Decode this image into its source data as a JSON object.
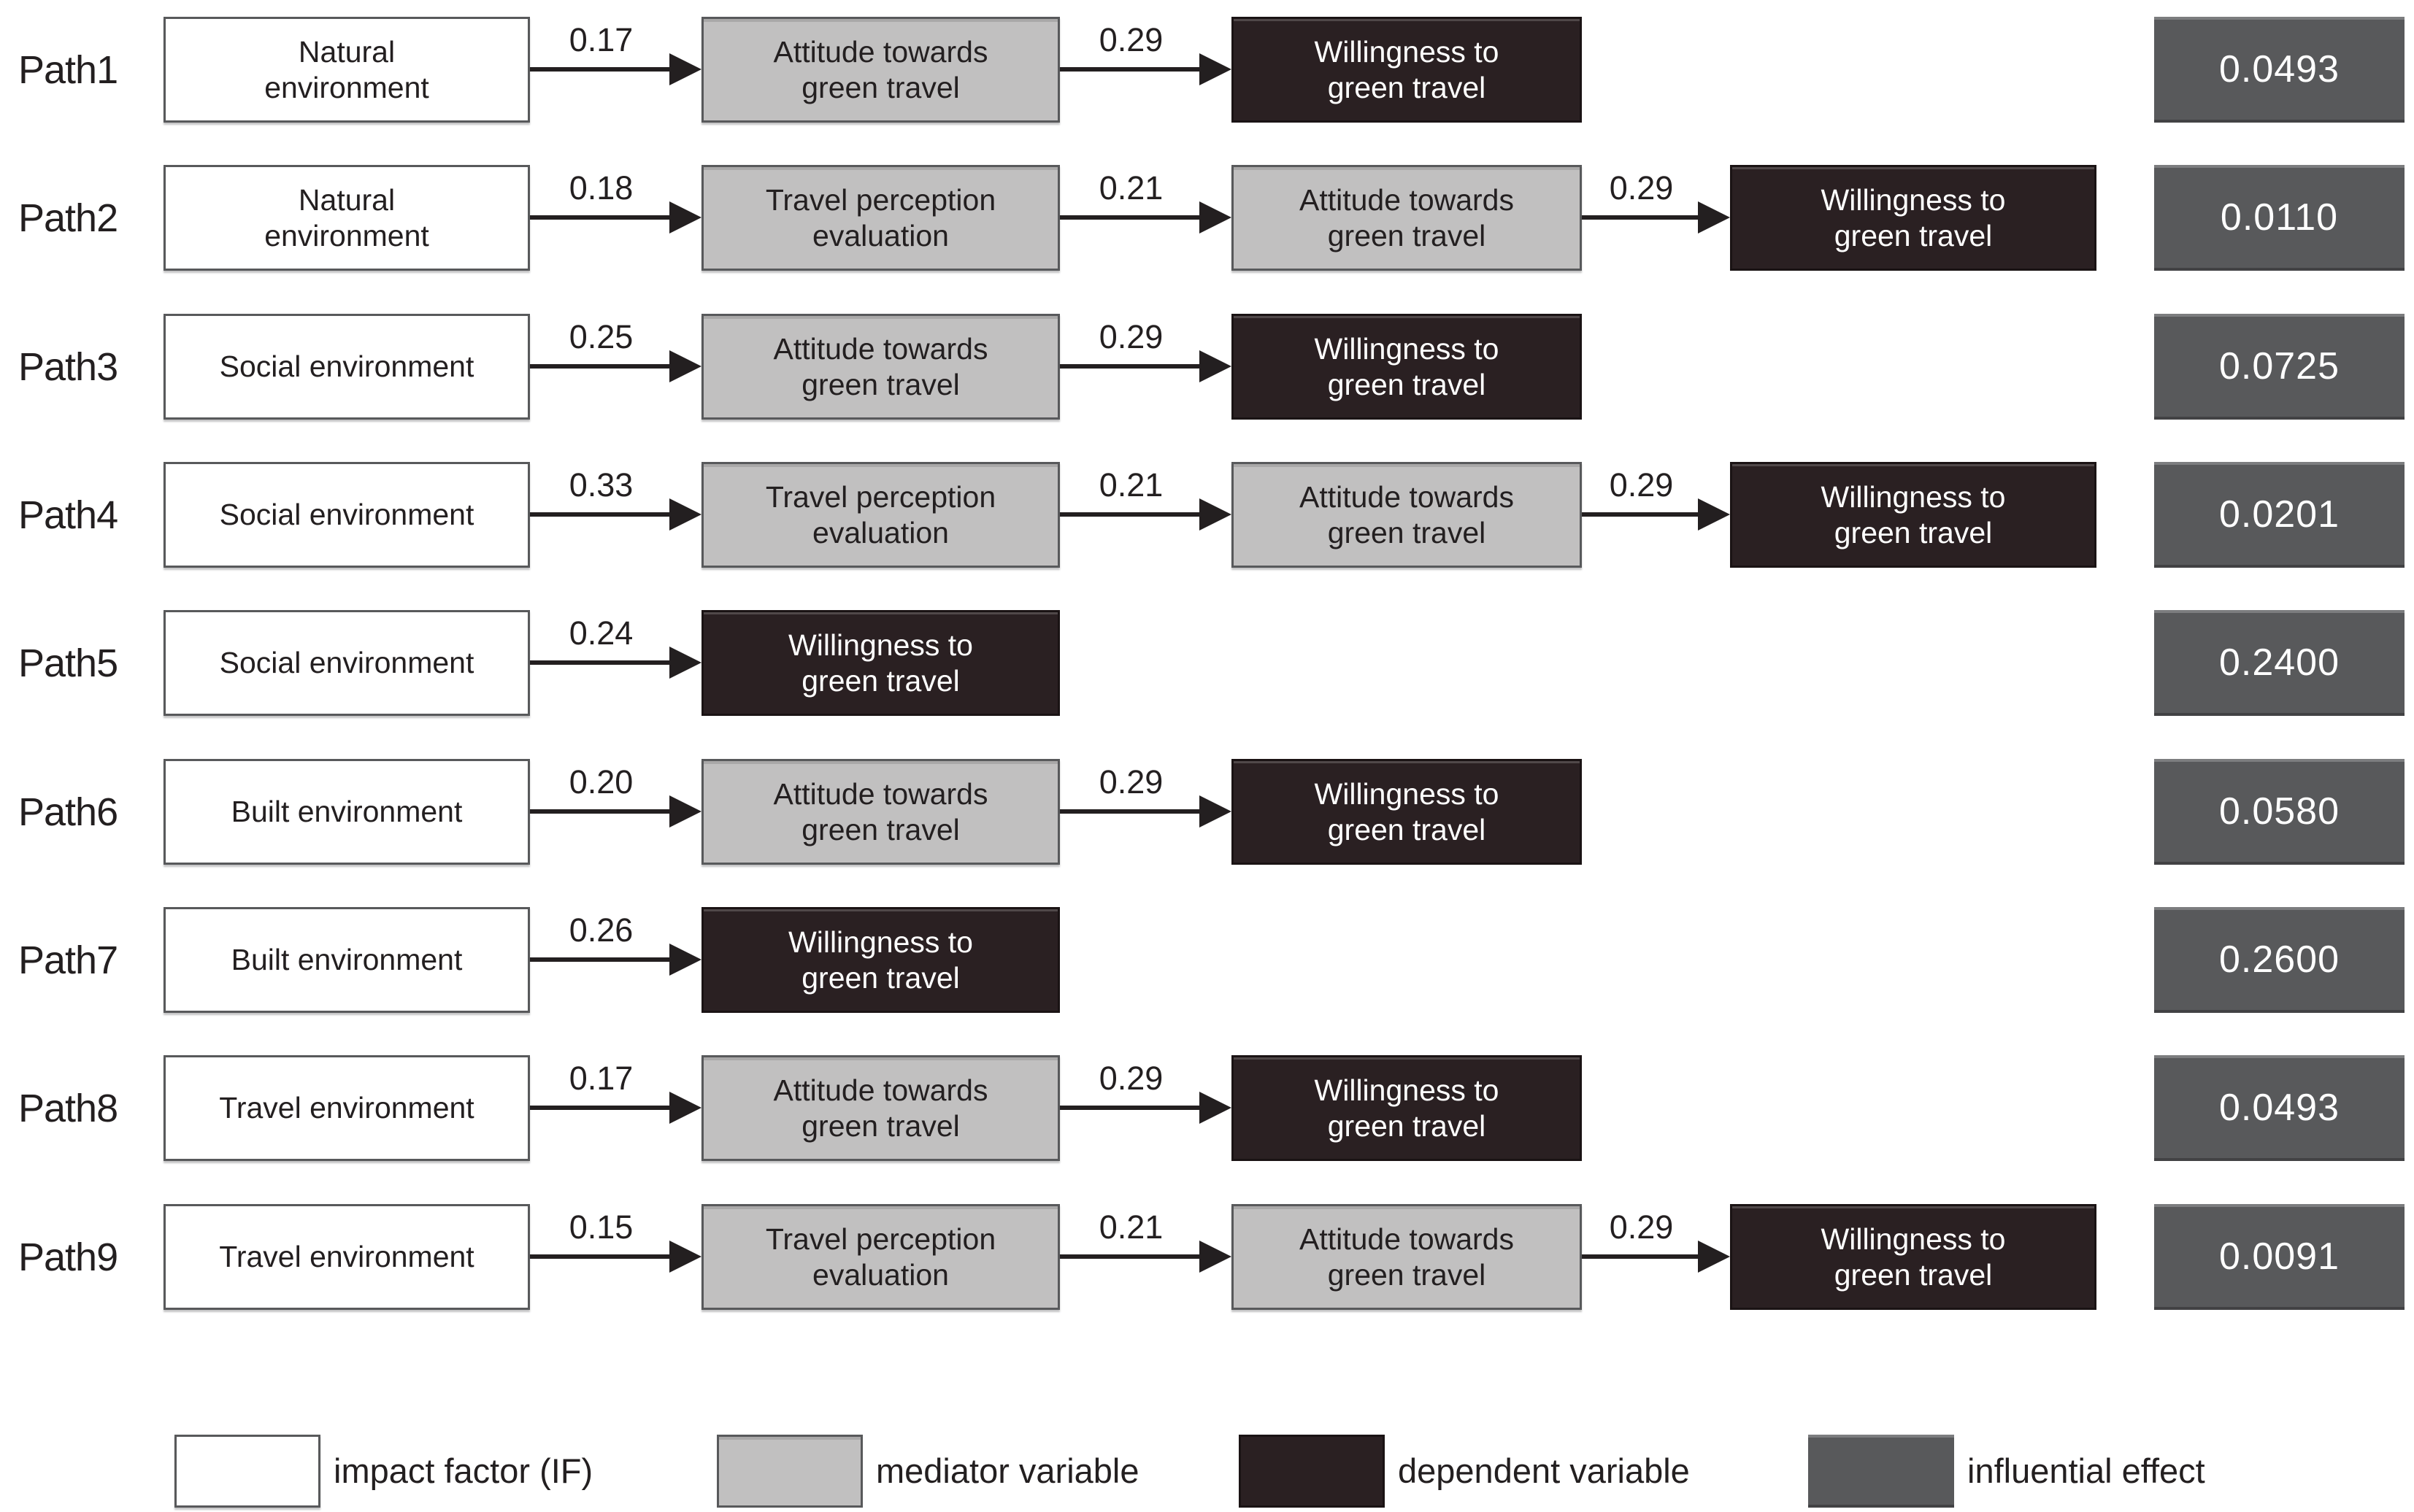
{
  "figure": {
    "type": "path-analysis-diagram",
    "description": "Nine influence paths from environment impact factors to willingness to green travel"
  },
  "colors": {
    "background": "#ffffff",
    "impact_fill": "#ffffff",
    "mediator_fill": "#c1c0c0",
    "dependent_fill": "#2a2022",
    "effect_fill": "#58595b",
    "box_border": "#58595b",
    "text_dark": "#231f20",
    "text_light": "#ffffff",
    "arrow": "#231f20"
  },
  "paths": [
    {
      "label": "Path1",
      "effect": "0.0493",
      "coefs": [
        "0.17",
        "0.29"
      ],
      "boxes": [
        {
          "type": "impact",
          "text": "Natural\nenvironment"
        },
        {
          "type": "mediator",
          "text": "Attitude towards\ngreen travel"
        },
        {
          "type": "dependent",
          "text": "Willingness to\ngreen travel"
        }
      ]
    },
    {
      "label": "Path2",
      "effect": "0.0110",
      "coefs": [
        "0.18",
        "0.21",
        "0.29"
      ],
      "boxes": [
        {
          "type": "impact",
          "text": "Natural\nenvironment"
        },
        {
          "type": "mediator",
          "text": "Travel perception\nevaluation"
        },
        {
          "type": "mediator",
          "text": "Attitude towards\ngreen travel"
        },
        {
          "type": "dependent",
          "text": "Willingness to\ngreen travel"
        }
      ]
    },
    {
      "label": "Path3",
      "effect": "0.0725",
      "coefs": [
        "0.25",
        "0.29"
      ],
      "boxes": [
        {
          "type": "impact",
          "text": "Social environment"
        },
        {
          "type": "mediator",
          "text": "Attitude towards\ngreen travel"
        },
        {
          "type": "dependent",
          "text": "Willingness to\ngreen travel"
        }
      ]
    },
    {
      "label": "Path4",
      "effect": "0.0201",
      "coefs": [
        "0.33",
        "0.21",
        "0.29"
      ],
      "boxes": [
        {
          "type": "impact",
          "text": "Social environment"
        },
        {
          "type": "mediator",
          "text": "Travel perception\nevaluation"
        },
        {
          "type": "mediator",
          "text": "Attitude towards\ngreen travel"
        },
        {
          "type": "dependent",
          "text": "Willingness to\ngreen travel"
        }
      ]
    },
    {
      "label": "Path5",
      "effect": "0.2400",
      "coefs": [
        "0.24"
      ],
      "boxes": [
        {
          "type": "impact",
          "text": "Social environment"
        },
        {
          "type": "dependent",
          "text": "Willingness to\ngreen travel"
        }
      ]
    },
    {
      "label": "Path6",
      "effect": "0.0580",
      "coefs": [
        "0.20",
        "0.29"
      ],
      "boxes": [
        {
          "type": "impact",
          "text": "Built environment"
        },
        {
          "type": "mediator",
          "text": "Attitude towards\ngreen travel"
        },
        {
          "type": "dependent",
          "text": "Willingness to\ngreen travel"
        }
      ]
    },
    {
      "label": "Path7",
      "effect": "0.2600",
      "coefs": [
        "0.26"
      ],
      "boxes": [
        {
          "type": "impact",
          "text": "Built environment"
        },
        {
          "type": "dependent",
          "text": "Willingness to\ngreen travel"
        }
      ]
    },
    {
      "label": "Path8",
      "effect": "0.0493",
      "coefs": [
        "0.17",
        "0.29"
      ],
      "boxes": [
        {
          "type": "impact",
          "text": "Travel environment"
        },
        {
          "type": "mediator",
          "text": "Attitude towards\ngreen travel"
        },
        {
          "type": "dependent",
          "text": "Willingness to\ngreen travel"
        }
      ]
    },
    {
      "label": "Path9",
      "effect": "0.0091",
      "coefs": [
        "0.15",
        "0.21",
        "0.29"
      ],
      "boxes": [
        {
          "type": "impact",
          "text": "Travel environment"
        },
        {
          "type": "mediator",
          "text": "Travel perception\nevaluation"
        },
        {
          "type": "mediator",
          "text": "Attitude towards\ngreen travel"
        },
        {
          "type": "dependent",
          "text": "Willingness to\ngreen travel"
        }
      ]
    }
  ],
  "legend": {
    "items": [
      {
        "type": "impact",
        "label": "impact factor (IF)"
      },
      {
        "type": "mediator",
        "label": "mediator variable"
      },
      {
        "type": "dependent",
        "label": "dependent variable"
      },
      {
        "type": "effect",
        "label": "influential effect"
      }
    ]
  }
}
